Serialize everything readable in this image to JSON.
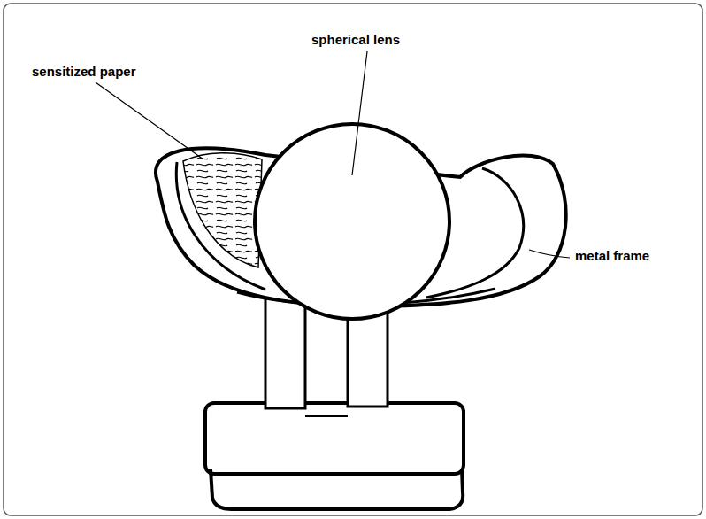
{
  "diagram": {
    "labels": [
      "spherical lens",
      "sensitized paper",
      "metal frame"
    ]
  }
}
